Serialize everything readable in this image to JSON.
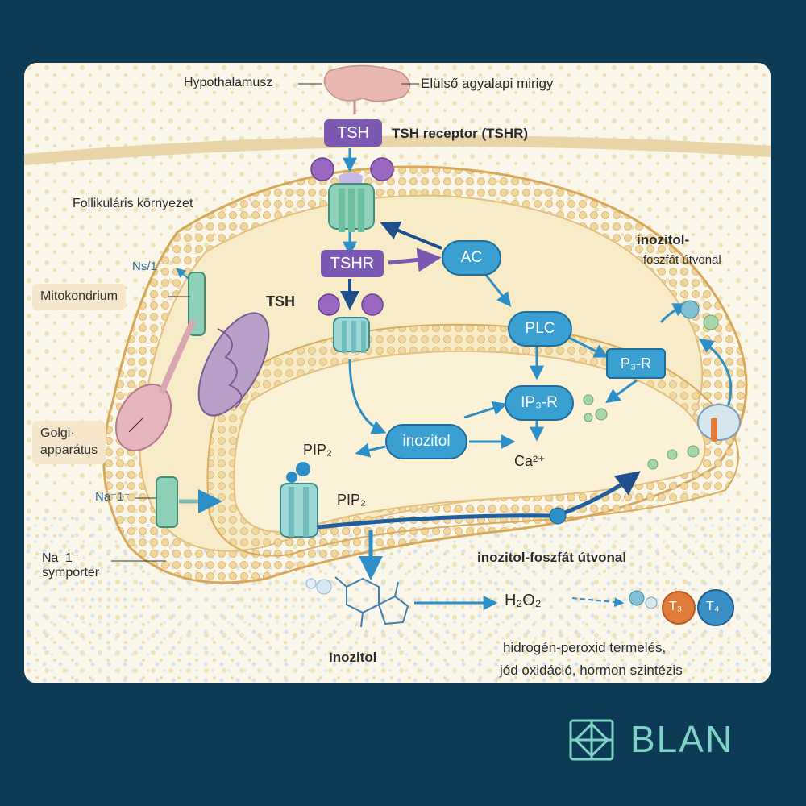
{
  "labels": {
    "hypothalamus": "Hypothalamusz",
    "pituitary": "Elülső agyalapi mirigy",
    "tsh_top": "TSH",
    "tsh_receptor": "TSH receptor (TSHR)",
    "follicular": "Follikuláris környezet",
    "inositol_pathway_right_line1": "inozitol-",
    "inositol_pathway_right_line2": "foszfát útvonal",
    "ns_channel": "Ns/1⁻",
    "mitochondrion": "Mitokondrium",
    "tshr_box": "TSHR",
    "ac": "AC",
    "tsh_mid": "TSH",
    "plc": "PLC",
    "p3r": "P₃-R",
    "ip3r": "IP₃-R",
    "golgi_line1": "Golgi·",
    "golgi_line2": "apparátus",
    "inositol_oval": "inozitol",
    "pip2_left": "PIP₂",
    "ca": "Ca²⁺",
    "na_channel": "Na⁻1⁻",
    "pip2_membrane": "PIP₂",
    "na_symporter_line1": "Na⁻1⁻",
    "na_symporter_line2": "symporter",
    "inositol_pathway_bottom": "inozitol-foszfát útvonal",
    "h2o2": "H₂O₂",
    "t3": "T₃",
    "t4": "T₄",
    "inositol_bottom": "Inozitol",
    "result_line1": "hidrogén-peroxid termelés,",
    "result_line2": "jód oxidáció, hormon szintézis"
  },
  "brand": {
    "name": "BLAN"
  },
  "colors": {
    "frame": "#0d3a55",
    "purple": "#7b59b3",
    "blue": "#2d8fc7",
    "membrane": "#e9c27a",
    "brand": "#7fd3c4",
    "t3": "#e07b3a",
    "t4": "#3a8fc7"
  }
}
